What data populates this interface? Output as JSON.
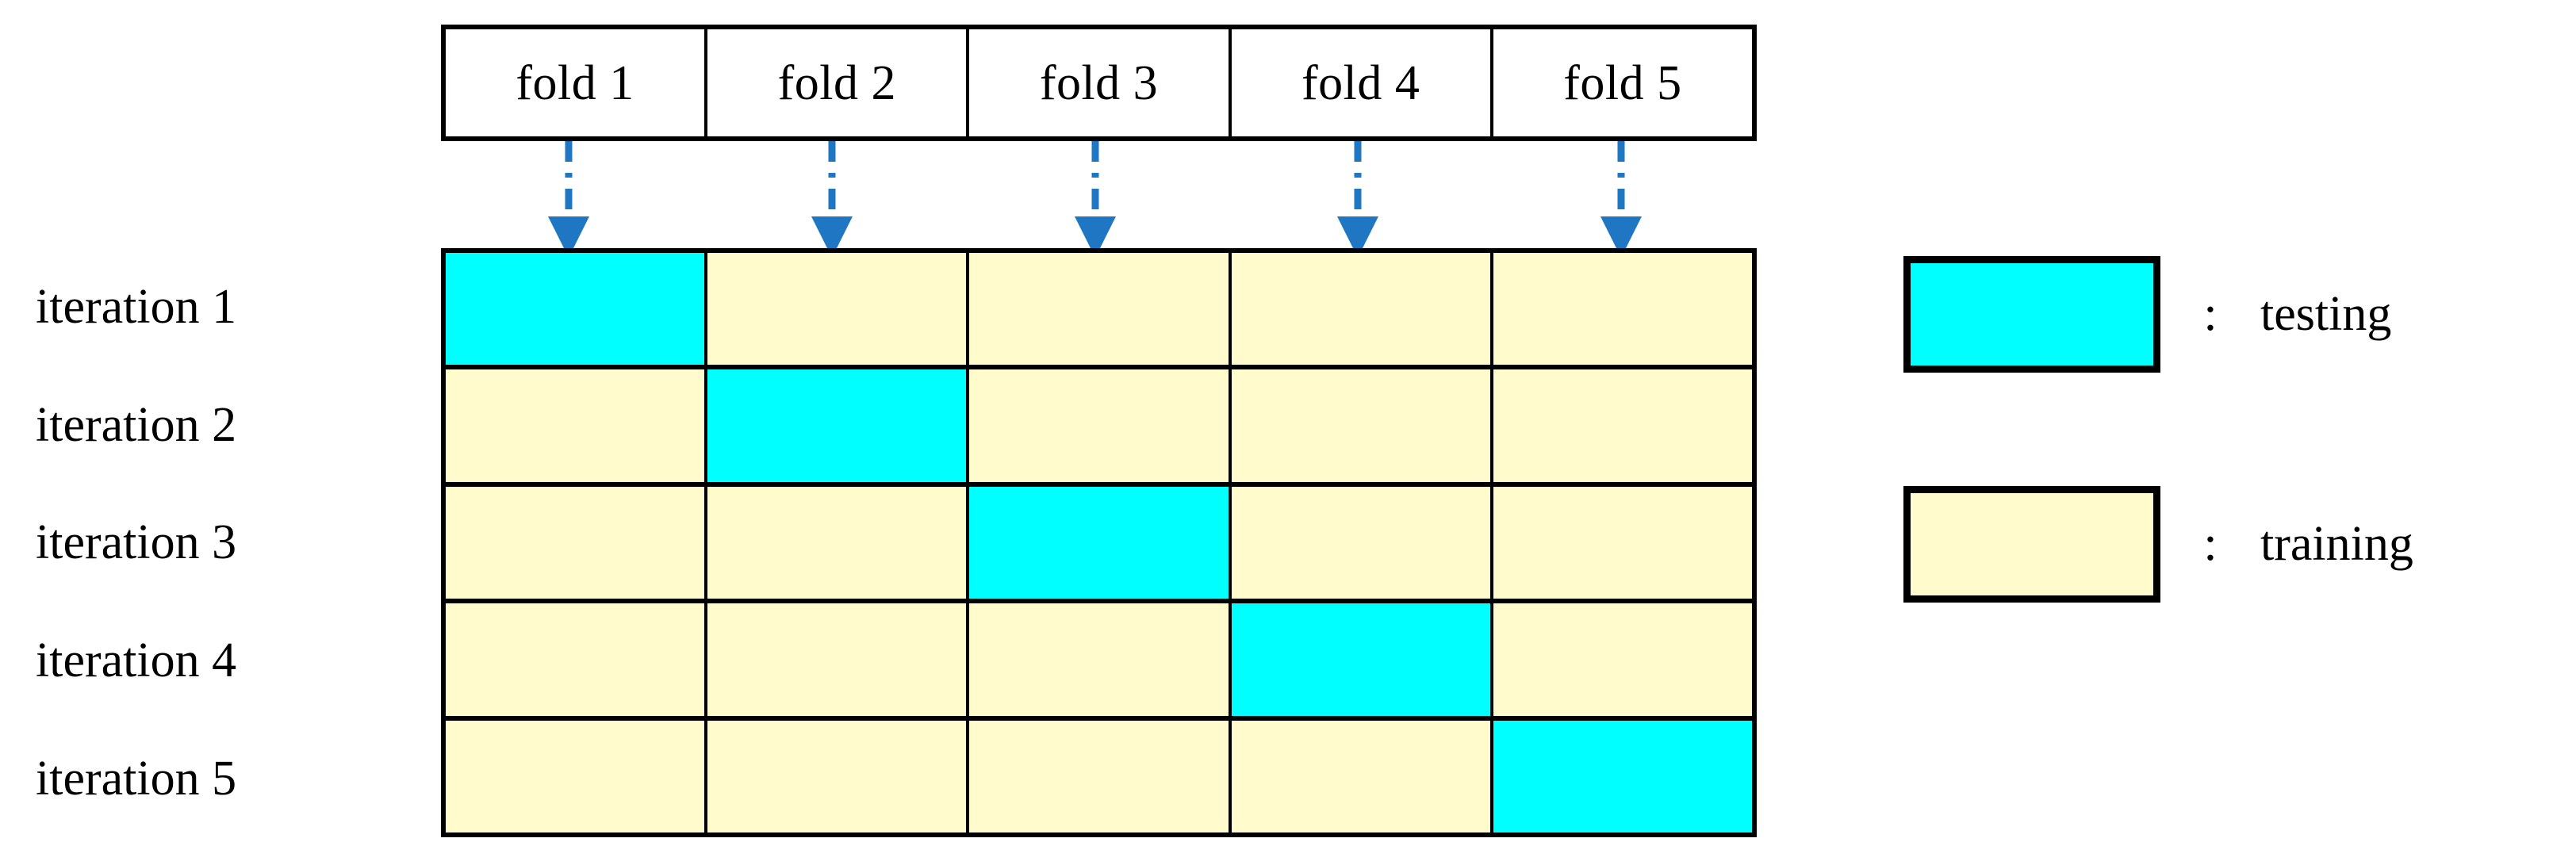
{
  "diagram": {
    "title_text": "",
    "colors": {
      "testing_fill": "#00FFFF",
      "training_fill": "#FFFBCC",
      "border": "#000000",
      "arrow": "#1F77C4",
      "background": "#FFFFFF"
    }
  },
  "header": {
    "folds": [
      {
        "label": "fold 1"
      },
      {
        "label": "fold 2"
      },
      {
        "label": "fold 3"
      },
      {
        "label": "fold 4"
      },
      {
        "label": "fold 5"
      }
    ]
  },
  "arrows": {
    "count": 5,
    "style": "dash-dot-down-arrow",
    "color": "#1F77C4"
  },
  "rows": [
    {
      "label": "iteration 1",
      "cells": [
        "testing",
        "training",
        "training",
        "training",
        "training"
      ]
    },
    {
      "label": "iteration 2",
      "cells": [
        "training",
        "testing",
        "training",
        "training",
        "training"
      ]
    },
    {
      "label": "iteration 3",
      "cells": [
        "training",
        "training",
        "testing",
        "training",
        "training"
      ]
    },
    {
      "label": "iteration 4",
      "cells": [
        "training",
        "training",
        "training",
        "testing",
        "training"
      ]
    },
    {
      "label": "iteration 5",
      "cells": [
        "training",
        "training",
        "training",
        "training",
        "testing"
      ]
    }
  ],
  "legend": {
    "separator": ":",
    "items": [
      {
        "key": "testing",
        "label": "testing",
        "color": "#00FFFF"
      },
      {
        "key": "training",
        "label": "training",
        "color": "#FFFBCC"
      }
    ]
  }
}
